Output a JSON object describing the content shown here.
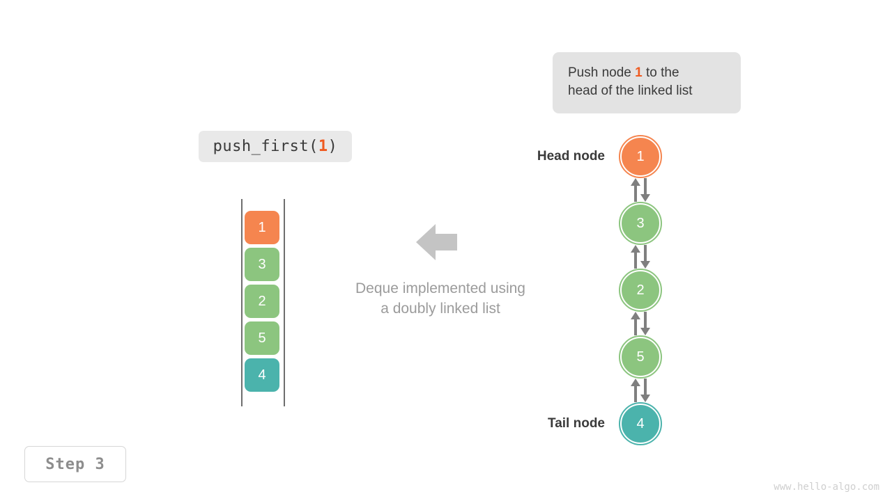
{
  "colors": {
    "orange": "#f5854f",
    "green": "#8cc57f",
    "teal": "#4bb3ac",
    "arrow_gray": "#7f7f7f",
    "block_arrow_gray": "#c4c4c4",
    "callout_bg": "#e3e3e3",
    "chip_bg": "#e9e9e9",
    "highlight": "#ef5b21",
    "rail": "#6e6e6e",
    "caption_text": "#9b9b9b",
    "label_text": "#3a3a3a",
    "step_text": "#8d8d8d",
    "watermark_text": "#cfcfcf",
    "node_text": "#ffffff"
  },
  "callout": {
    "line1_prefix": "Push node ",
    "highlight": "1",
    "line1_suffix": " to the",
    "line2": "head of the linked list"
  },
  "code_chip": {
    "prefix": "push_first(",
    "arg": "1",
    "suffix": ")"
  },
  "array": {
    "cells": [
      {
        "value": "1",
        "color": "#f5854f"
      },
      {
        "value": "3",
        "color": "#8cc57f"
      },
      {
        "value": "2",
        "color": "#8cc57f"
      },
      {
        "value": "5",
        "color": "#8cc57f"
      },
      {
        "value": "4",
        "color": "#4bb3ac"
      }
    ]
  },
  "caption": {
    "line1": "Deque implemented using",
    "line2": "a doubly linked list"
  },
  "linked_list": {
    "nodes": [
      {
        "value": "1",
        "color": "#f5854f"
      },
      {
        "value": "3",
        "color": "#8cc57f"
      },
      {
        "value": "2",
        "color": "#8cc57f"
      },
      {
        "value": "5",
        "color": "#8cc57f"
      },
      {
        "value": "4",
        "color": "#4bb3ac"
      }
    ],
    "head_label": "Head node",
    "tail_label": "Tail node"
  },
  "step_badge": {
    "label": "Step 3"
  },
  "watermark": {
    "text": "www.hello-algo.com"
  }
}
